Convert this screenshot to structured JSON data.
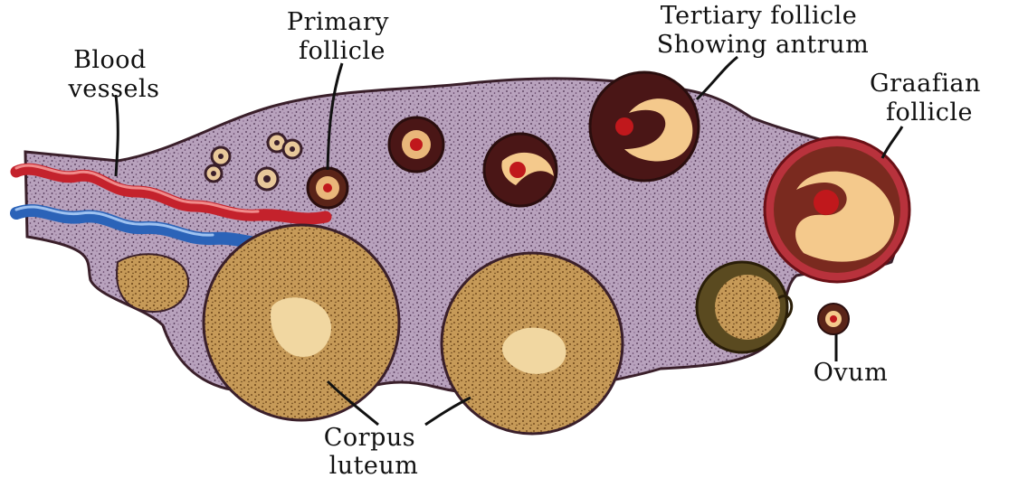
{
  "labels": {
    "primary_follicle": [
      "Primary",
      "follicle"
    ],
    "blood_vessels": [
      "Blood",
      "vessels"
    ],
    "tertiary_follicle": [
      "Tertiary follicle",
      "Showing antrum"
    ],
    "graafian_follicle": [
      "Graafian",
      "follicle"
    ],
    "ovum": "Ovum",
    "corpus_luteum": [
      "Corpus",
      "luteum"
    ]
  },
  "colors": {
    "stroma": "#b8a2bd",
    "stroma_dots": "#4a2f4e",
    "outline": "#3a1f2a",
    "follicle_dark": "#4a1616",
    "follicle_wall": "#7a2a1f",
    "antrum": "#f4c98c",
    "oocyte": "#c0181c",
    "graafian_rim": "#b8323c",
    "corpus_luteum": "#c69a58",
    "corpus_luteum_core": "#f1d7a1",
    "artery": "#c4222c",
    "vein": "#2b63b8"
  }
}
